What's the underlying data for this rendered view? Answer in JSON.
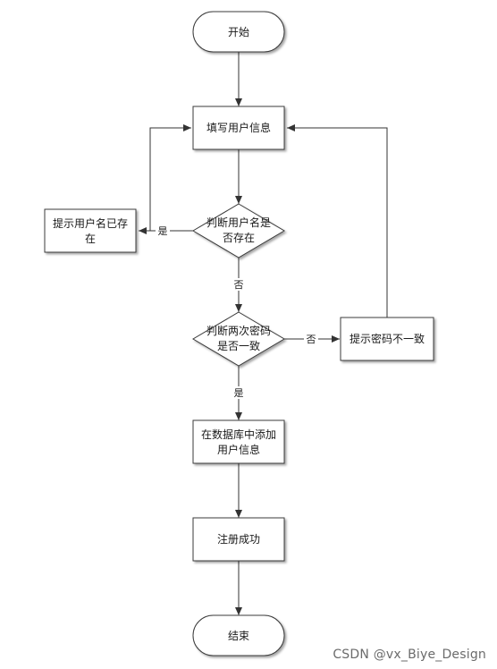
{
  "nodes": {
    "start": "开始",
    "fill_info": "填写用户信息",
    "check_name": [
      "判断用户名是",
      "否存在"
    ],
    "name_exists": [
      "提示用户名已存",
      "在"
    ],
    "check_pwd": [
      "判断两次密码",
      "是否一致"
    ],
    "pwd_mismatch": "提示密码不一致",
    "add_db": [
      "在数据库中添加",
      "用户信息"
    ],
    "success": "注册成功",
    "end": "结束"
  },
  "edges": {
    "yes_exists": "是",
    "no_exists": "否",
    "no_match": "否",
    "yes_match": "是"
  },
  "watermark": "CSDN @vx_Biye_Design"
}
